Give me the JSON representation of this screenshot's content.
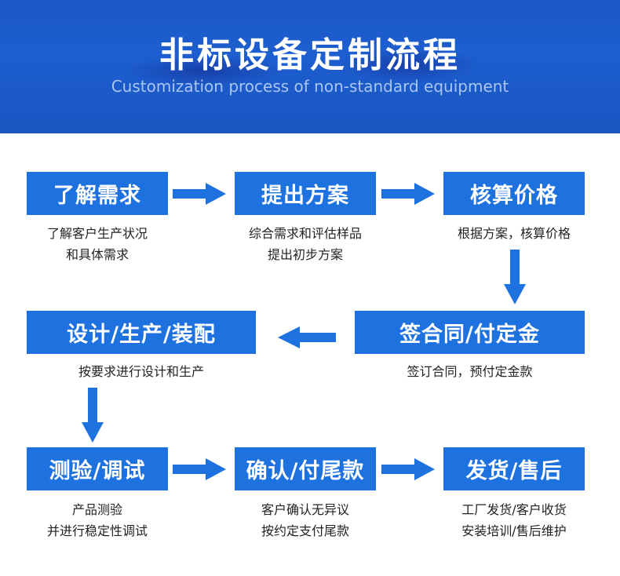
{
  "header": {
    "title": "非标设备定制流程",
    "subtitle": "Customization process of non-standard equipment"
  },
  "colors": {
    "header_blue": "#1b58c4",
    "box_blue": "#1e72e0",
    "arrow_blue": "#1e72e0",
    "text": "#222222"
  },
  "steps": [
    {
      "label": "了解需求",
      "desc": [
        "了解客户生产状况",
        "和具体需求"
      ]
    },
    {
      "label": "提出方案",
      "desc": [
        "综合需求和评估样品",
        "提出初步方案"
      ]
    },
    {
      "label": "核算价格",
      "desc": [
        "根据方案，核算价格"
      ]
    },
    {
      "label": "签合同/付定金",
      "desc": [
        "签订合同，预付定金款"
      ]
    },
    {
      "label": "设计/生产/装配",
      "desc": [
        "按要求进行设计和生产"
      ]
    },
    {
      "label": "测验/调试",
      "desc": [
        "产品测验",
        "并进行稳定性调试"
      ]
    },
    {
      "label": "确认/付尾款",
      "desc": [
        "客户确认无异议",
        "按约定支付尾款"
      ]
    },
    {
      "label": "发货/售后",
      "desc": [
        "工厂发货/客户收货",
        "安装培训/售后维护"
      ]
    }
  ],
  "connectors": [
    {
      "from": "了解需求",
      "to": "提出方案",
      "direction": "right"
    },
    {
      "from": "提出方案",
      "to": "核算价格",
      "direction": "right"
    },
    {
      "from": "核算价格",
      "to": "签合同/付定金",
      "direction": "down"
    },
    {
      "from": "签合同/付定金",
      "to": "设计/生产/装配",
      "direction": "left"
    },
    {
      "from": "设计/生产/装配",
      "to": "测验/调试",
      "direction": "down"
    },
    {
      "from": "测验/调试",
      "to": "确认/付尾款",
      "direction": "right"
    },
    {
      "from": "确认/付尾款",
      "to": "发货/售后",
      "direction": "right"
    }
  ]
}
